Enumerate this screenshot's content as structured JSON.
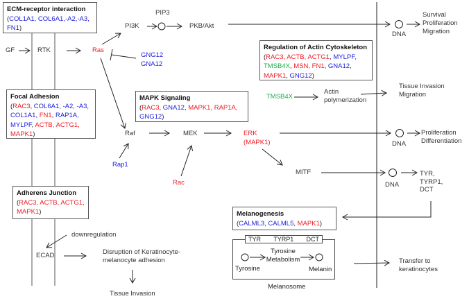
{
  "colors": {
    "red": "#ee1c24",
    "blue": "#2020dd",
    "green": "#1fae4f",
    "line": "#222222"
  },
  "boxes": {
    "ecm": {
      "title": "ECM-receptor interaction",
      "lines": [
        [
          {
            "t": "(",
            "c": "black"
          },
          {
            "t": "COL1A1, COL6A1,-A2,-A3,",
            "c": "blue"
          }
        ],
        [
          {
            "t": "FN1",
            "c": "blue"
          },
          {
            "t": ")",
            "c": "black"
          }
        ]
      ]
    },
    "focal": {
      "title": "Focal Adhesion",
      "lines": [
        [
          {
            "t": "(",
            "c": "black"
          },
          {
            "t": "RAC3",
            "c": "red"
          },
          {
            "t": ", ",
            "c": "black"
          },
          {
            "t": "COL6A1, -A2, -A3,",
            "c": "blue"
          }
        ],
        [
          {
            "t": "COL1A1",
            "c": "blue"
          },
          {
            "t": ", ",
            "c": "black"
          },
          {
            "t": "FN1",
            "c": "red"
          },
          {
            "t": ", ",
            "c": "black"
          },
          {
            "t": "RAP1A,",
            "c": "blue"
          }
        ],
        [
          {
            "t": "MYLPF",
            "c": "blue"
          },
          {
            "t": ", ",
            "c": "black"
          },
          {
            "t": "ACTB,  ACTG1,",
            "c": "red"
          }
        ],
        [
          {
            "t": "MAPK1",
            "c": "red"
          },
          {
            "t": ")",
            "c": "black"
          }
        ]
      ]
    },
    "adherens": {
      "title": "Adherens Junction",
      "lines": [
        [
          {
            "t": "(",
            "c": "black"
          },
          {
            "t": "RAC3, ACTB, ACTG1,",
            "c": "red"
          }
        ],
        [
          {
            "t": "MAPK1",
            "c": "red"
          },
          {
            "t": ")",
            "c": "black"
          }
        ]
      ]
    },
    "mapk": {
      "title": "MAPK Signaling",
      "lines": [
        [
          {
            "t": "(",
            "c": "black"
          },
          {
            "t": "RAC3",
            "c": "red"
          },
          {
            "t": ", ",
            "c": "black"
          },
          {
            "t": "GNA12",
            "c": "blue"
          },
          {
            "t": ",  ",
            "c": "black"
          },
          {
            "t": "MAPK1,  RAP1A,",
            "c": "red"
          }
        ],
        [
          {
            "t": "GNG12",
            "c": "blue"
          },
          {
            "t": ")",
            "c": "black"
          }
        ]
      ]
    },
    "actin": {
      "title": "Regulation of Actin Cytoskeleton",
      "lines": [
        [
          {
            "t": "(",
            "c": "black"
          },
          {
            "t": "RAC3, ACTB, ACTG1",
            "c": "red"
          },
          {
            "t": ", ",
            "c": "black"
          },
          {
            "t": "MYLPF,",
            "c": "blue"
          }
        ],
        [
          {
            "t": "TMSB4X",
            "c": "green"
          },
          {
            "t": ", ",
            "c": "black"
          },
          {
            "t": "MSN, FN1",
            "c": "red"
          },
          {
            "t": ", ",
            "c": "black"
          },
          {
            "t": "GNA12,",
            "c": "blue"
          }
        ],
        [
          {
            "t": "MAPK1",
            "c": "red"
          },
          {
            "t": ", ",
            "c": "black"
          },
          {
            "t": "GNG12",
            "c": "blue"
          },
          {
            "t": ")",
            "c": "black"
          }
        ]
      ]
    },
    "melanogenesis": {
      "title": "Melanogenesis",
      "lines": [
        [
          {
            "t": "(",
            "c": "black"
          },
          {
            "t": "CALML3, CALML5",
            "c": "blue"
          },
          {
            "t": ", ",
            "c": "black"
          },
          {
            "t": "MAPK1",
            "c": "red"
          },
          {
            "t": ")",
            "c": "black"
          }
        ]
      ]
    }
  },
  "nodes": {
    "gf": "GF",
    "rtk": "RTK",
    "ras": "Ras",
    "pi3k": "PI3K",
    "pip3": "PIP3",
    "pkb": "PKB/Akt",
    "gng12": "GNG12",
    "gna12": "GNA12",
    "raf": "Raf",
    "rap1": "Rap1",
    "mek": "MEK",
    "rac": "Rac",
    "erk": "ERK",
    "erk_sub": "(MAPK1)",
    "mitf": "MITF",
    "tmsb4x": "TMSB4X",
    "actin_poly_1": "Actin",
    "actin_poly_2": "polymerization",
    "ecad": "ECAD",
    "downregulation": "downregulation",
    "disruption_1": "Disruption of Keratinocyte-",
    "disruption_2": "melanocyte adhesion",
    "tissue_invasion": "Tissue Invasion"
  },
  "nucleus": {
    "dna_label": "DNA",
    "out_survival": [
      "Survival",
      "Proliferation",
      "Migration"
    ],
    "out_tissue": [
      "Tissue Invasion",
      "Migration"
    ],
    "out_prolif": [
      "Proliferation",
      "Differentiation"
    ],
    "out_genes": [
      "TYR,",
      "TYRP1,",
      "DCT"
    ],
    "transfer": [
      "Transfer to",
      "keratinocytes"
    ]
  },
  "melanosome": {
    "enzymes": [
      "TYR",
      "TYRP1",
      "DCT"
    ],
    "tyrosine": "Tyrosine",
    "metabolism": [
      "Tyrosine",
      "Metabolism"
    ],
    "melanin": "Melanin",
    "caption": "Melanosome"
  }
}
